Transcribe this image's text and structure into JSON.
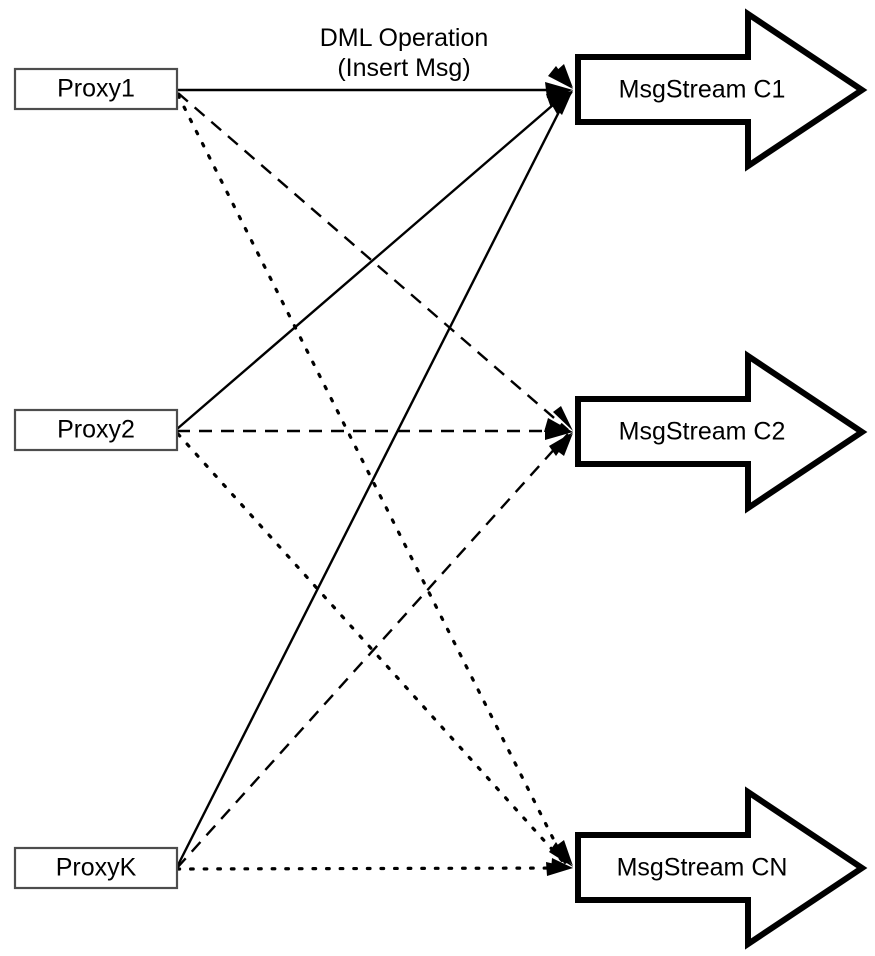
{
  "diagram": {
    "title_label": {
      "line1": "DML Operation",
      "line2": "(Insert Msg)"
    },
    "proxies": [
      {
        "id": "proxy1",
        "label": "Proxy1"
      },
      {
        "id": "proxy2",
        "label": "Proxy2"
      },
      {
        "id": "proxyK",
        "label": "ProxyK"
      }
    ],
    "streams": [
      {
        "id": "c1",
        "label": "MsgStream C1"
      },
      {
        "id": "c2",
        "label": "MsgStream C2"
      },
      {
        "id": "cn",
        "label": "MsgStream CN"
      }
    ],
    "connections": [
      {
        "from": "proxy1",
        "to": "c1",
        "style": "solid"
      },
      {
        "from": "proxy1",
        "to": "c2",
        "style": "dashed"
      },
      {
        "from": "proxy1",
        "to": "cn",
        "style": "dotted"
      },
      {
        "from": "proxy2",
        "to": "c1",
        "style": "solid"
      },
      {
        "from": "proxy2",
        "to": "c2",
        "style": "dashed"
      },
      {
        "from": "proxy2",
        "to": "cn",
        "style": "dotted"
      },
      {
        "from": "proxyK",
        "to": "c1",
        "style": "solid"
      },
      {
        "from": "proxyK",
        "to": "c2",
        "style": "dashed"
      },
      {
        "from": "proxyK",
        "to": "cn",
        "style": "dotted"
      }
    ],
    "colors": {
      "background": "#ffffff",
      "box_stroke": "#4d4d4d",
      "arrow_stroke": "#000000",
      "text": "#000000"
    }
  }
}
